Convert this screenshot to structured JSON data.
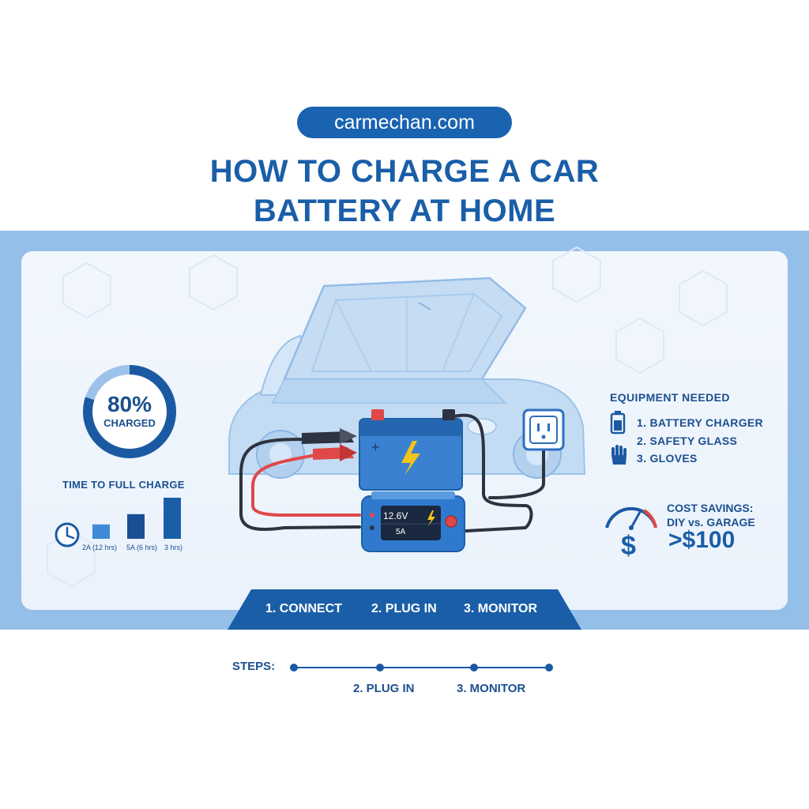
{
  "header": {
    "site": "carmechan.com",
    "title_line1": "HOW TO CHARGE A CAR",
    "title_line2": "BATTERY AT HOME"
  },
  "gauge": {
    "percent_text": "80%",
    "label": "CHARGED",
    "fraction": 0.8
  },
  "time_to_full": {
    "title": "TIME TO FULL CHARGE",
    "bars": [
      {
        "label": "2A (12 hrs)",
        "level": 0.35
      },
      {
        "label": "5A (6 hrs)",
        "level": 0.6
      },
      {
        "label": "3 hrs)",
        "level": 1.0
      }
    ]
  },
  "charger": {
    "voltage": "12.6V",
    "amps": "5A"
  },
  "equipment": {
    "title": "EQUIPMENT NEEDED",
    "items": [
      "1. BATTERY CHARGER",
      "2. SAFETY GLASS",
      "3. GLOVES"
    ]
  },
  "cost": {
    "title_line1": "COST SAVINGS:",
    "title_line2": "DIY vs. GARAGE",
    "value": ">$100"
  },
  "steps_bar": {
    "items": [
      "1. CONNECT",
      "2. PLUG IN",
      "3. MONITOR"
    ]
  },
  "timeline": {
    "caption": "STEPS:",
    "labels": [
      "2. PLUG IN",
      "3. MONITOR"
    ]
  },
  "colors": {
    "primary": "#1a63b0",
    "band": "#94bfe9",
    "red_clamp": "#e04848",
    "bolt": "#f5c419"
  },
  "icons": {
    "clock": "clock-icon",
    "battery": "battery-icon",
    "glove": "glove-icon",
    "gauge": "speedometer-icon",
    "outlet": "power-outlet-icon",
    "bolt": "lightning-bolt-icon",
    "dollar": "dollar-icon"
  }
}
